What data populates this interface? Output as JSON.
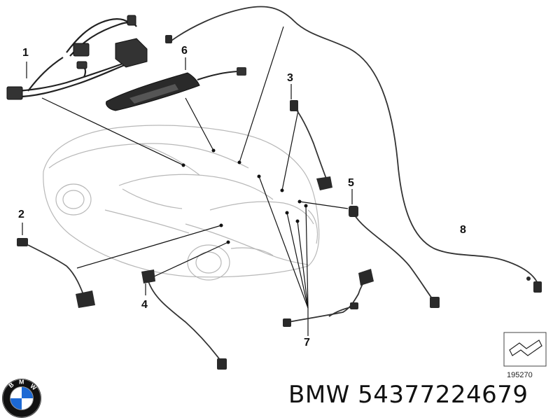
{
  "callouts": {
    "c1": "1",
    "c2": "2",
    "c3": "3",
    "c4": "4",
    "c5": "5",
    "c6": "6",
    "c7": "7",
    "c8": "8"
  },
  "ref_box_number": "195270",
  "caption": {
    "brand": "BMW",
    "part_number": "54377224679"
  },
  "logo": {
    "text": "BMW",
    "colors": {
      "blue": "#1c69d4",
      "ring": "#111111",
      "white": "#ffffff"
    }
  }
}
